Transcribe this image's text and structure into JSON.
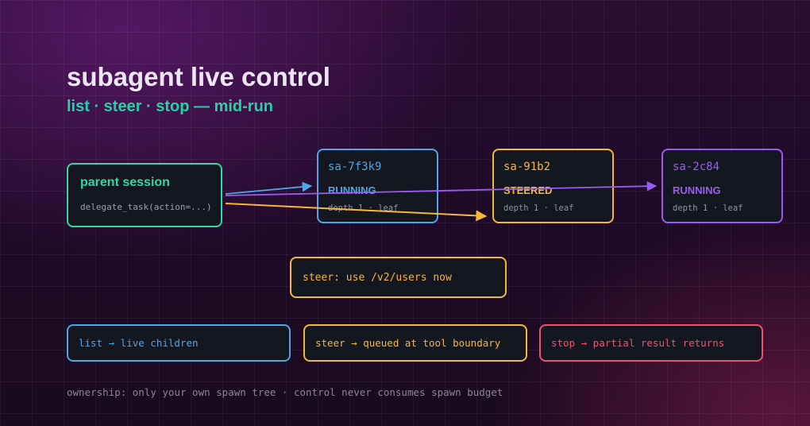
{
  "header": {
    "title": "subagent live control",
    "subtitle": "list · steer · stop — mid-run"
  },
  "parent": {
    "name": "parent session",
    "call": "delegate_task(action=...)"
  },
  "subagents": [
    {
      "id": "sa-7f3k9",
      "status": "RUNNING",
      "meta": "depth 1 · leaf",
      "color": "#4aa6e8"
    },
    {
      "id": "sa-91b2",
      "status": "STEERED",
      "meta": "depth 1 · leaf",
      "color": "#f5b73a"
    },
    {
      "id": "sa-2c84",
      "status": "RUNNING",
      "meta": "depth 1 · leaf",
      "color": "#9a5cf0"
    }
  ],
  "steer_message": "steer: use /v2/users now",
  "legend": [
    {
      "text": "list → live children",
      "color": "#4aa6e8"
    },
    {
      "text": "steer → queued at tool boundary",
      "color": "#f5b73a"
    },
    {
      "text": "stop → partial result returns",
      "color": "#f0506e"
    }
  ],
  "footer": "ownership: only your own spawn tree · control never consumes spawn budget",
  "colors": {
    "accent_green": "#2fd9a2",
    "list_blue": "#4aa6e8",
    "steer_amber": "#f5b73a",
    "running_purple": "#9a5cf0",
    "stop_red": "#f0506e"
  }
}
